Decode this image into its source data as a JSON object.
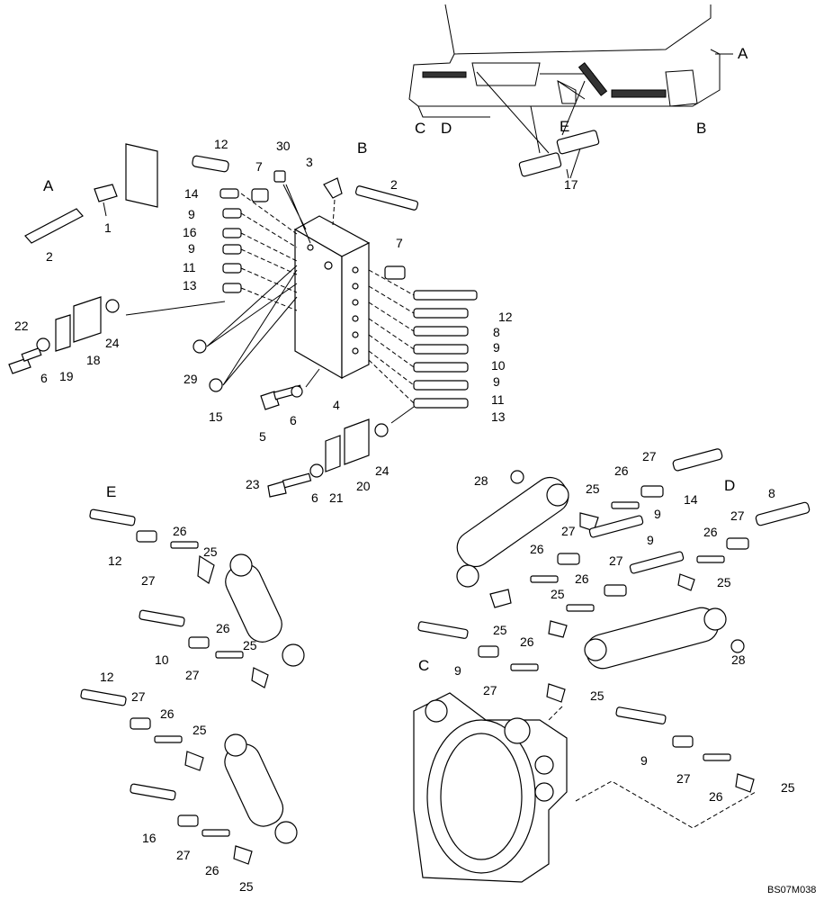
{
  "drawing_code": "BS07M038",
  "sections": {
    "A_top": "A",
    "B_top": "B",
    "C_top": "C",
    "D_top": "D",
    "E_top": "E",
    "A_detail": "A",
    "B_detail": "B",
    "C_detail": "C",
    "D_detail": "D",
    "E_detail": "E"
  },
  "callouts": {
    "n1": "1",
    "n2": "2",
    "n3": "3",
    "n4": "4",
    "n5": "5",
    "n6": "6",
    "n7": "7",
    "n8": "8",
    "n9": "9",
    "n10": "10",
    "n11": "11",
    "n12": "12",
    "n13": "13",
    "n14": "14",
    "n15": "15",
    "n16": "16",
    "n17": "17",
    "n18": "18",
    "n19": "19",
    "n20": "20",
    "n21": "21",
    "n22": "22",
    "n23": "23",
    "n24": "24",
    "n25": "25",
    "n26": "26",
    "n27": "27",
    "n28": "28",
    "n29": "29",
    "n30": "30"
  }
}
